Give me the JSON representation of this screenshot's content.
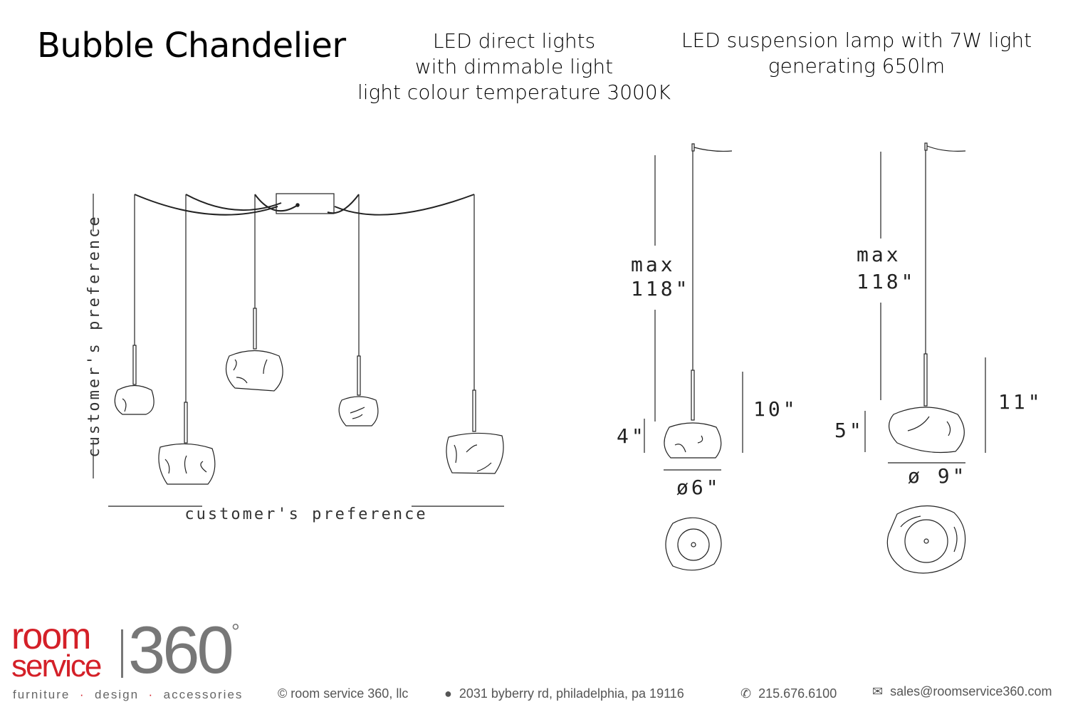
{
  "header": {
    "title": "Bubble Chandelier",
    "feature_block_1": [
      "LED direct lights",
      "with dimmable light",
      "light colour temperature 3000K"
    ],
    "feature_block_2": [
      "LED suspension lamp with 7W light",
      "generating 650lm"
    ]
  },
  "chandelier_drawing": {
    "height_label": "customer's preference",
    "width_label": "customer's preference"
  },
  "small_lamp": {
    "max_label": "max",
    "max_height": "118\"",
    "shade_height": "4\"",
    "total_height": "10\"",
    "diameter": "ø6\""
  },
  "large_lamp": {
    "max_label": "max",
    "max_height": "118\"",
    "shade_height": "5\"",
    "total_height": "11\"",
    "diameter": "ø 9\""
  },
  "footer": {
    "logo": {
      "line1": "room",
      "line2": "service",
      "number": "360",
      "degree": "°"
    },
    "tagline": [
      "furniture",
      "design",
      "accessories"
    ],
    "copyright": "© room service 360, llc",
    "address": "2031 byberry rd, philadelphia, pa 19116",
    "phone": "215.676.6100",
    "email": "sales@roomservice360.com",
    "icons": [
      "map-pin-icon",
      "phone-icon",
      "envelope-icon"
    ],
    "colors": {
      "brand_red": "#d42028",
      "brand_gray": "#777777"
    }
  }
}
